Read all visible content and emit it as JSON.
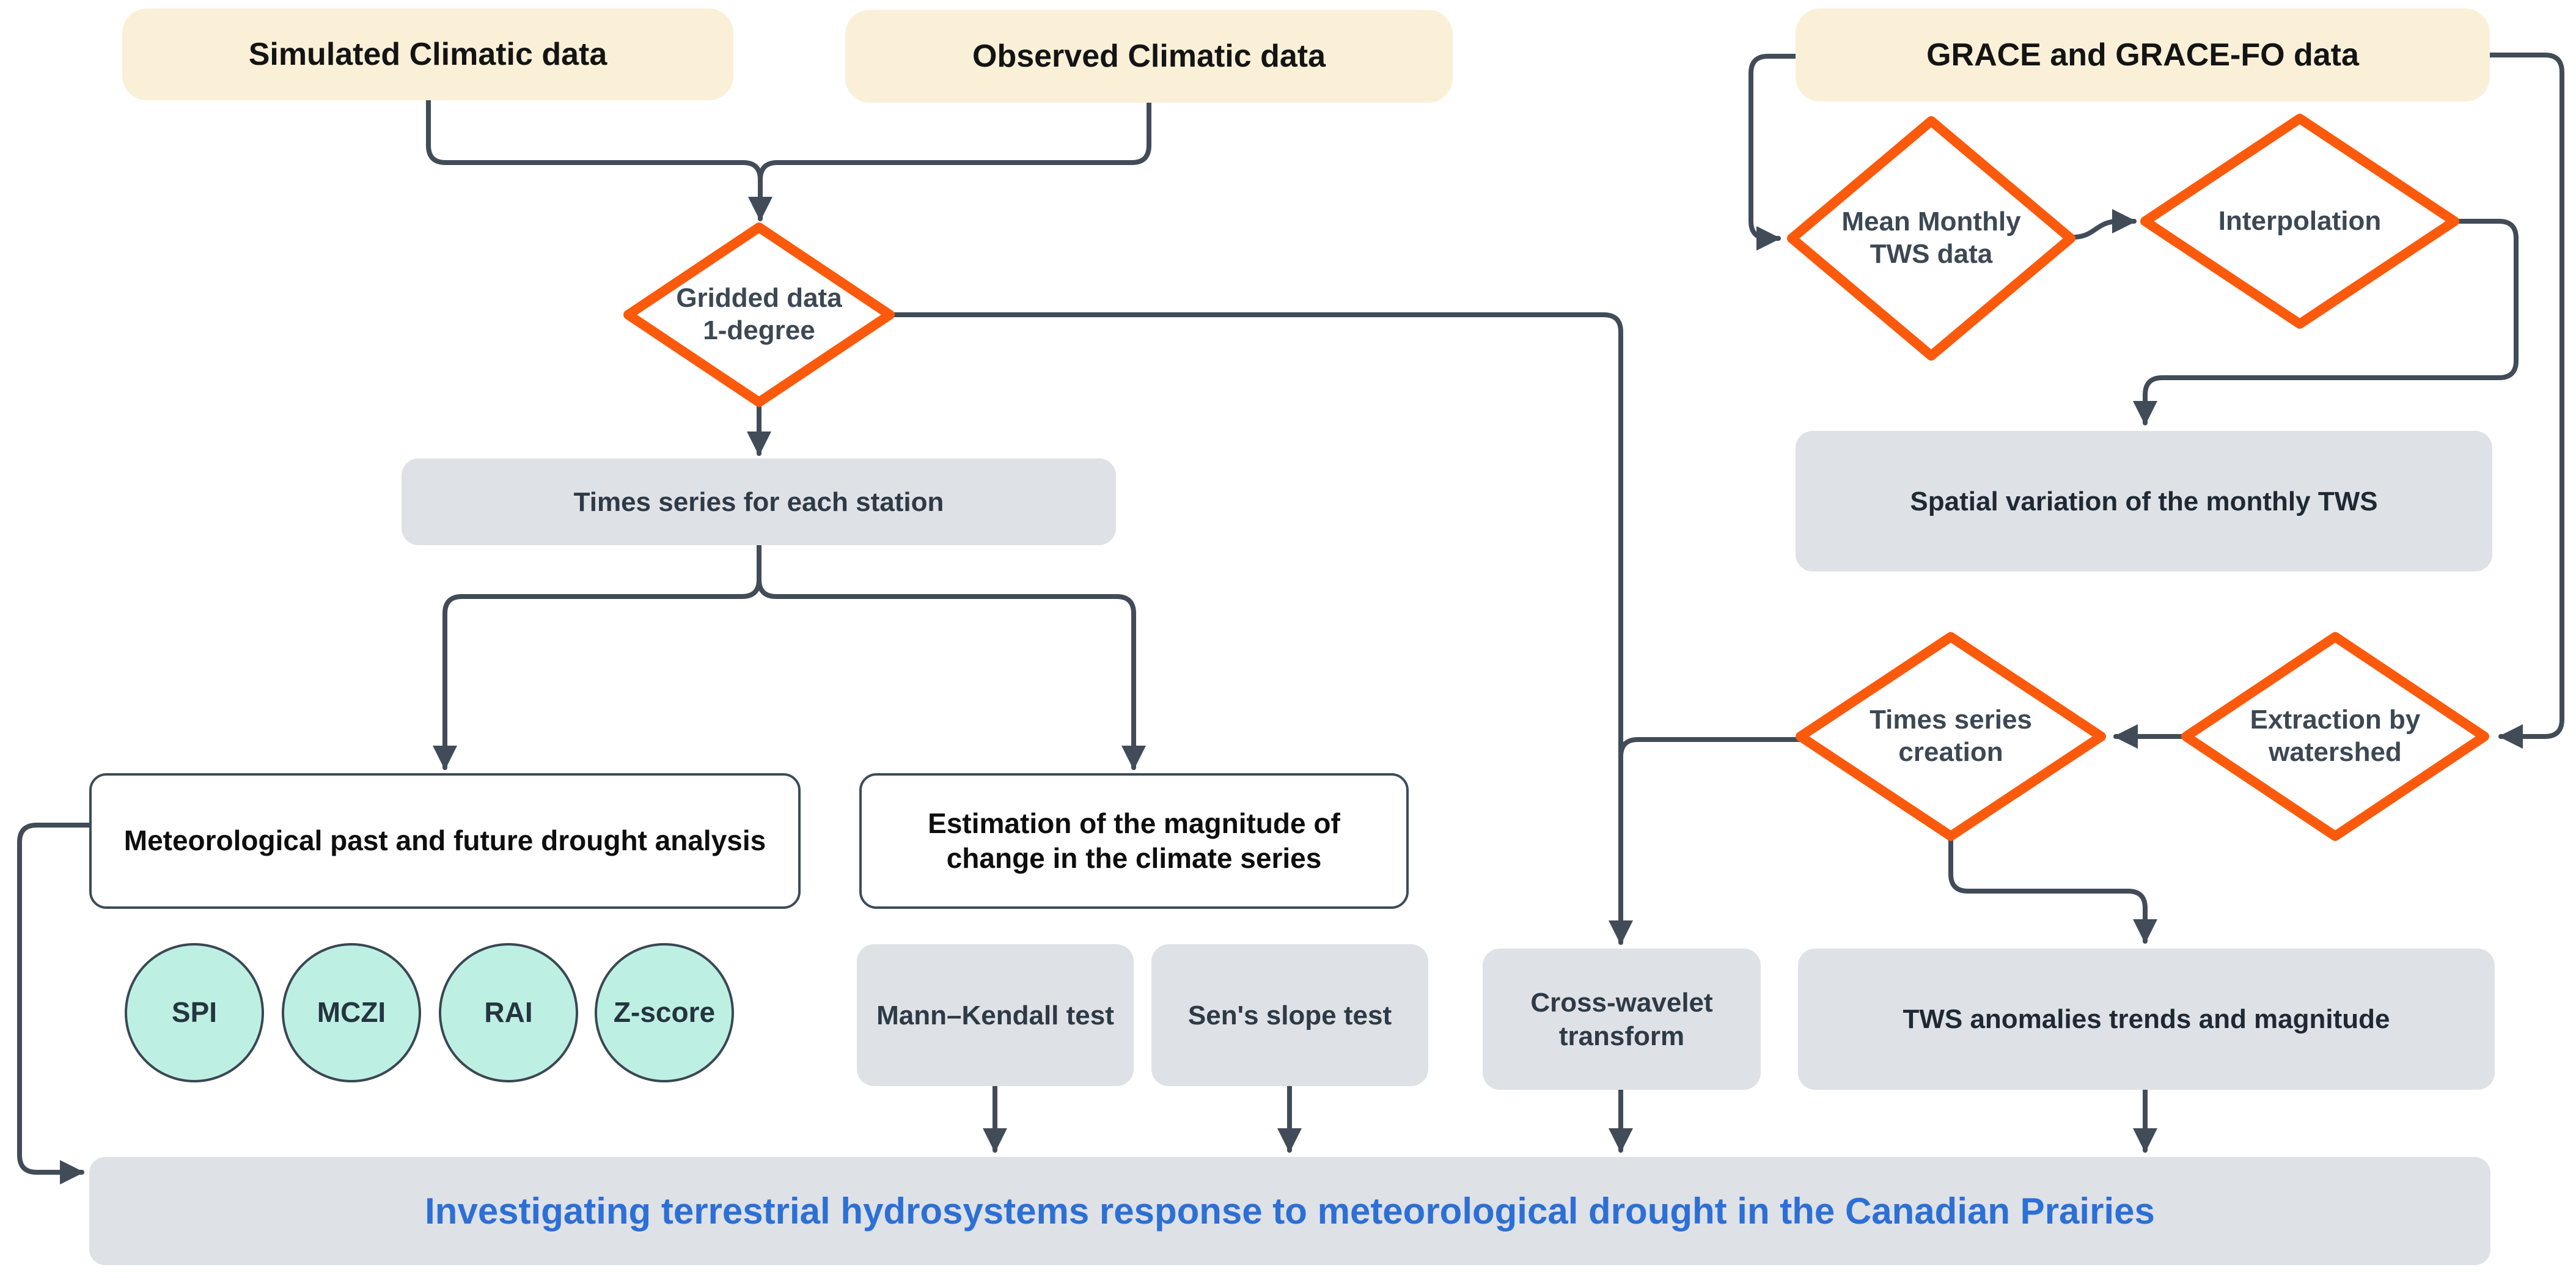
{
  "colors": {
    "accent_orange": "#FB5A0C",
    "connector": "#414C58",
    "source_fill": "#FAF0D8",
    "process_fill": "#DEE1E6",
    "index_fill": "#BDF0E3",
    "outcome_text": "#2C6FD6"
  },
  "flowchart": {
    "sources": {
      "simulated": "Simulated Climatic data",
      "observed": "Observed Climatic data",
      "grace": "GRACE and GRACE-FO data"
    },
    "decisions": {
      "gridded": "Gridded data 1-degree",
      "mean_monthly": "Mean Monthly TWS data",
      "interpolation": "Interpolation",
      "ts_creation": "Times series creation",
      "extraction": "Extraction by watershed"
    },
    "processes": {
      "station": "Times series for each station",
      "spatial": "Spatial variation of the monthly TWS",
      "mann": "Mann–Kendall test",
      "sens": "Sen's slope test",
      "cross": "Cross-wavelet transform",
      "tws_anomalies": "TWS anomalies trends and magnitude"
    },
    "analyses": {
      "met": "Meteorological past and future drought analysis",
      "est": "Estimation of the magnitude of change in the climate series"
    },
    "indices": [
      "SPI",
      "MCZI",
      "RAI",
      "Z-score"
    ],
    "outcome": "Investigating terrestrial hydrosystems response to meteorological drought in the Canadian Prairies"
  }
}
